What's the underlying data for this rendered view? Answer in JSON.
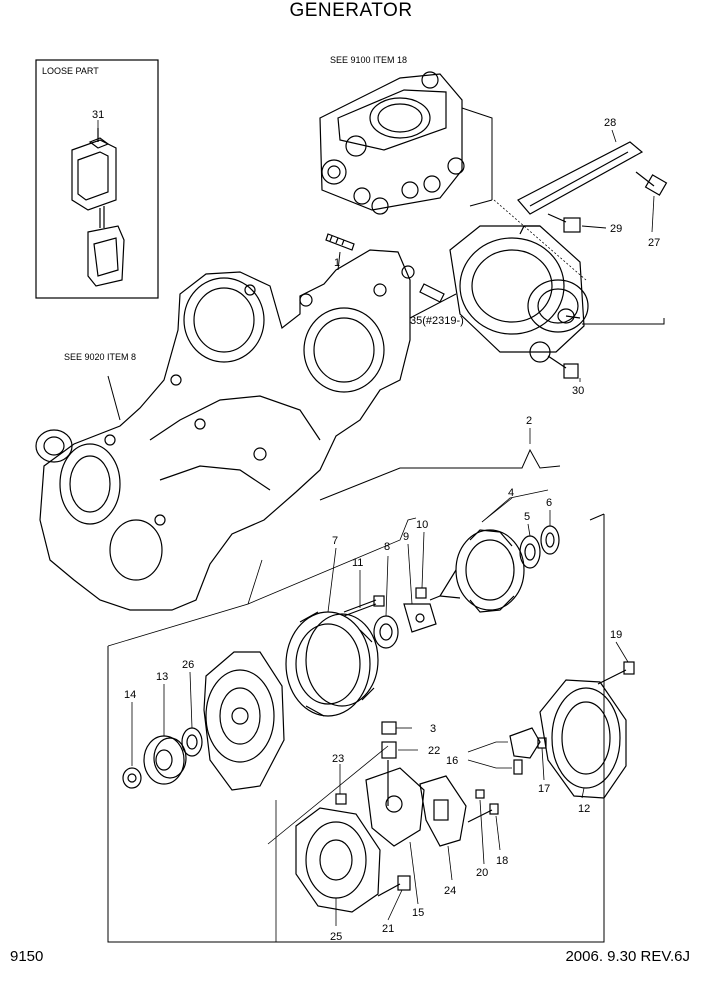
{
  "title": "GENERATOR",
  "loose_part_label": "LOOSE PART",
  "references": {
    "see_9100": "SEE 9100 ITEM 18",
    "see_9020": "SEE 9020 ITEM 8"
  },
  "callouts": {
    "c1": "1",
    "c2": "2",
    "c3": "3",
    "c4": "4",
    "c5": "5",
    "c6": "6",
    "c7": "7",
    "c8": "8",
    "c9": "9",
    "c10": "10",
    "c11": "11",
    "c12": "12",
    "c13": "13",
    "c14": "14",
    "c15": "15",
    "c16": "16",
    "c17": "17",
    "c18": "18",
    "c19": "19",
    "c20": "20",
    "c21": "21",
    "c22": "22",
    "c23": "23",
    "c24": "24",
    "c25": "25",
    "c26": "26",
    "c27": "27",
    "c28": "28",
    "c29": "29",
    "c30": "30",
    "c31": "31",
    "c35": "35(#2319-)"
  },
  "footer": {
    "page_number": "9150",
    "revision": "2006. 9.30  REV.6J"
  }
}
